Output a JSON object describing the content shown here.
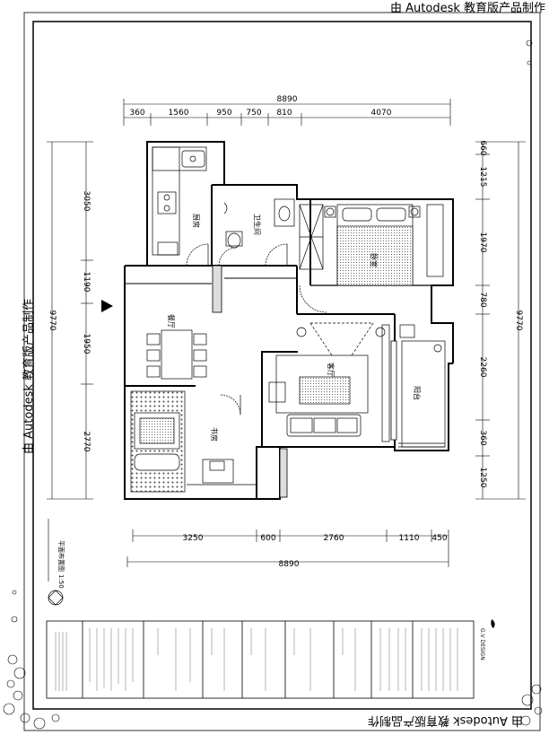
{
  "watermark": "由 Autodesk 教育版产品制作",
  "dimensions": {
    "top_total": "8890",
    "top_segments": [
      "360",
      "1560",
      "950",
      "750",
      "810",
      "4070"
    ],
    "bottom_total": "8890",
    "bottom_segments": [
      "3250",
      "600",
      "2760",
      "1110",
      "450"
    ],
    "left_total": "9770",
    "left_segments": [
      "3050",
      "1190",
      "1950",
      "2770"
    ],
    "right_total": "9770",
    "right_segments": [
      "660",
      "1215",
      "1970",
      "780",
      "2260",
      "360",
      "1250"
    ]
  },
  "rooms": {
    "kitchen": "厨房",
    "bathroom": "卫生间",
    "bedroom": "卧室",
    "dining": "餐厅",
    "living": "客厅",
    "study": "书房",
    "balcony": "阳台"
  },
  "plan_title": "平面布置图",
  "scale": "1:50",
  "logo_text": "G.V DESIGN"
}
